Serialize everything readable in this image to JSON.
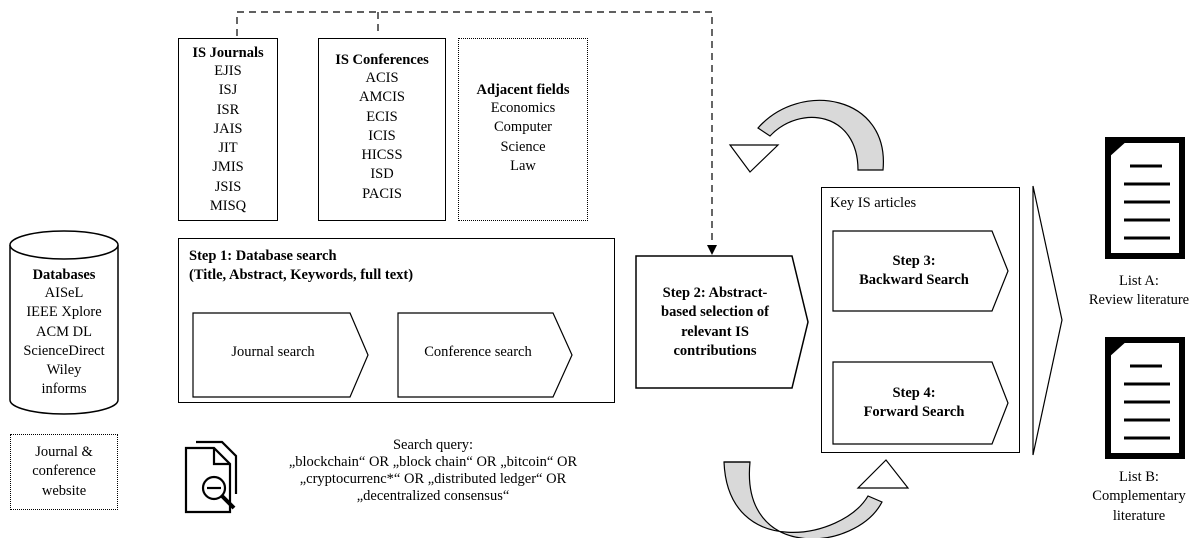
{
  "is_journals": {
    "title": "IS Journals",
    "items": [
      "EJIS",
      "ISJ",
      "ISR",
      "JAIS",
      "JIT",
      "JMIS",
      "JSIS",
      "MISQ"
    ]
  },
  "is_conferences": {
    "title": "IS Conferences",
    "items": [
      "ACIS",
      "AMCIS",
      "ECIS",
      "ICIS",
      "HICSS",
      "ISD",
      "PACIS"
    ]
  },
  "adjacent_fields": {
    "title": "Adjacent fields",
    "items": [
      "Economics",
      "Computer",
      "Science",
      "Law"
    ]
  },
  "databases": {
    "title": "Databases",
    "items": [
      "AISeL",
      "IEEE Xplore",
      "ACM DL",
      "ScienceDirect",
      "Wiley",
      "informs"
    ]
  },
  "journal_conference_website": {
    "lines": [
      "Journal &",
      "conference",
      "website"
    ]
  },
  "step1": {
    "title_line1": "Step 1: Database search",
    "title_line2": "(Title, Abstract, Keywords, full text)",
    "journal_search": "Journal search",
    "conference_search": "Conference search"
  },
  "search_query": {
    "lines": [
      "Search query:",
      "„blockchain“ OR „block chain“ OR „bitcoin“ OR",
      "„cryptocurrenc*“ OR „distributed ledger“ OR",
      "„decentralized consensus“"
    ],
    "icon": "document-magnifier-icon"
  },
  "step2": {
    "lines": [
      "Step 2: Abstract-",
      "based selection of",
      "relevant IS",
      "contributions"
    ]
  },
  "key_articles": {
    "title": "Key IS articles",
    "step3": [
      "Step 3:",
      "Backward Search"
    ],
    "step4": [
      "Step 4:",
      "Forward Search"
    ]
  },
  "list_a": {
    "lines": [
      "List A:",
      "Review literature"
    ],
    "icon": "document-icon"
  },
  "list_b": {
    "lines": [
      "List B:",
      "Complementary",
      "literature"
    ],
    "icon": "document-icon"
  }
}
